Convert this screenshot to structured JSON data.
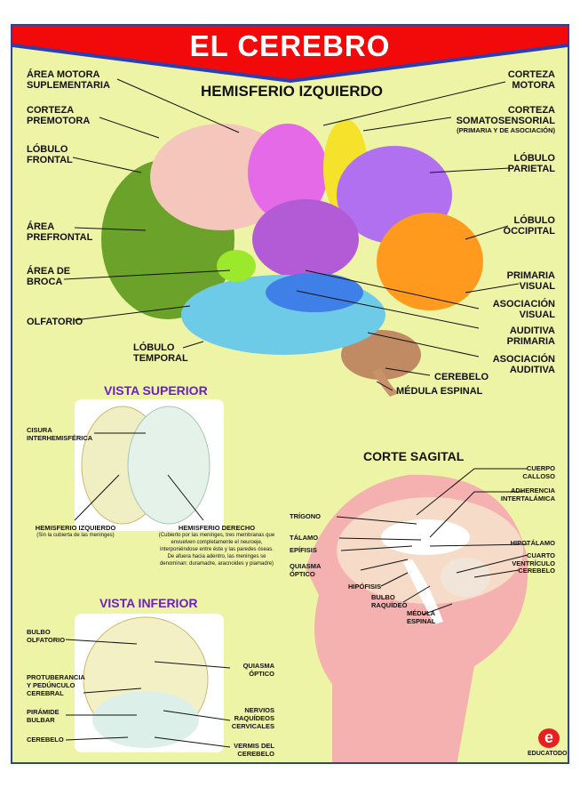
{
  "title": "EL CEREBRO",
  "hemisferio": {
    "heading": "HEMISFERIO IZQUIERDO",
    "left": [
      "ÁREA MOTORA",
      "SUPLEMENTARIA",
      "CORTEZA",
      "PREMOTORA",
      "LÓBULO",
      "FRONTAL",
      "ÁREA",
      "PREFRONTAL",
      "ÁREA DE",
      "BROCA",
      "OLFATORIO",
      "LÓBULO",
      "TEMPORAL"
    ],
    "right": [
      "CORTEZA",
      "MOTORA",
      "CORTEZA",
      "SOMATOSENSORIAL",
      "(PRIMARIA Y DE ASOCIACIÓN)",
      "LÓBULO",
      "PARIETAL",
      "LÓBULO",
      "OCCIPITAL",
      "PRIMARIA",
      "VISUAL",
      "ASOCIACIÓN",
      "VISUAL",
      "AUDITIVA",
      "PRIMARIA",
      "ASOCIACIÓN",
      "AUDITIVA",
      "CEREBELO",
      "MÉDULA ESPINAL"
    ]
  },
  "superior": {
    "heading": "VISTA SUPERIOR",
    "cisura": [
      "CISURA",
      "INTERHEMISFÉRICA"
    ],
    "izq": "HEMISFERIO IZQUIERDO",
    "izq_note": "(Sin la cubierta de las meninges)",
    "der": "HEMISFERIO DERECHO",
    "der_note": [
      "(Cubierto por las meninges, tres membranas que",
      "envuelven completamente el neuroeje,",
      "interponiéndose entre éste y las paredes óseas.",
      "De afuera hacia adentro, las meninges se",
      "denominan: duramadre, aracnoides y piamadre)"
    ]
  },
  "inferior": {
    "heading": "VISTA INFERIOR",
    "labels": [
      "BULBO",
      "OLFATORIO",
      "PROTUBERANCIA",
      "Y PEDÚNCULO",
      "CEREBRAL",
      "PIRÁMIDE",
      "BULBAR",
      "CEREBELO",
      "QUIASMA",
      "ÓPTICO",
      "NERVIOS",
      "RAQUÍDEOS",
      "CERVICALES",
      "VERMIS DEL",
      "CEREBELO"
    ]
  },
  "sagital": {
    "heading": "CORTE SAGITAL",
    "labels": [
      "CUERPO",
      "CALLOSO",
      "ADHERENCIA",
      "INTERTALÁMICA",
      "TRÍGONO",
      "TÁLAMO",
      "EPÍFISIS",
      "QUIASMA",
      "ÓPTICO",
      "HIPOTÁLAMO",
      "CUARTO",
      "VENTRÍCULO",
      "CEREBELO",
      "HIPÓFISIS",
      "BULBO",
      "RAQUÍDEO",
      "MÉDULA",
      "ESPINAL"
    ]
  },
  "footer": {
    "brand": "EDUCATODO",
    "logo_letter": "e"
  },
  "colors": {
    "banner": "#f20a0a",
    "border": "#2a3fb0",
    "bg": "#eef4a6",
    "section": "#6a1fc9"
  }
}
